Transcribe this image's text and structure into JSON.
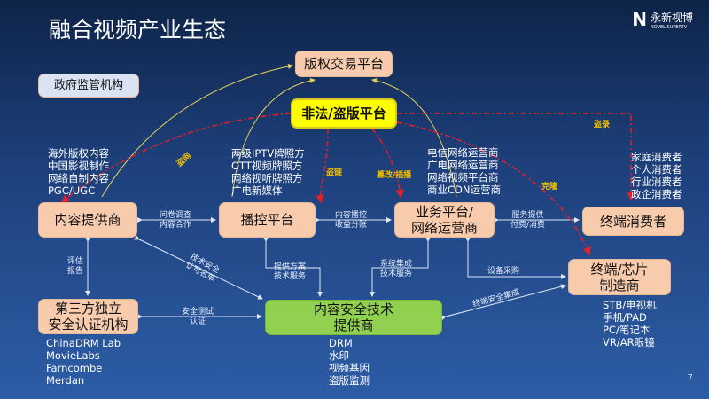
{
  "title": "融合视频产业生态",
  "logo": {
    "cn": "永新视博",
    "en": "NOVEL SUPERTV"
  },
  "page_number": "7",
  "nodes": {
    "copyright": "版权交易平台",
    "piracy": "非法/盗版平台",
    "gov": "政府监管机构",
    "content_provider": "内容提供商",
    "broadcast": "播控平台",
    "operator": "业务平台/\n网络运营商",
    "consumer": "终端消费者",
    "device": "终端/芯片\n制造商",
    "third_party": "第三方独立\n安全认证机构",
    "security": "内容安全技术\n提供商"
  },
  "lists": {
    "content_provider": "海外版权内容\n中国影视制作\n网络自制内容\nPGC/UGC",
    "broadcast": "两级IPTV牌照方\nOTT视频牌照方\n网络视听牌照方\n广电新媒体",
    "operator": "电信网络运营商\n广电网络运营商\n网络视频平台商\n商业CDN运营商",
    "consumer": "家庭消费者\n个人消费者\n行业消费者\n政企消费者",
    "device": "STB/电视机\n手机/PAD\nPC/笔记本\nVR/AR眼镜",
    "third_party": "ChinaDRM Lab\nMovieLabs\nFarncombe\nMerdan",
    "security": "DRM\n水印\n视频基因\n盗版监测"
  },
  "edge_labels": {
    "cp_bc": "问卷调查\n内容合作",
    "bc_op": "内容播控\n收益分账",
    "op_cons": "服务提供\n付费/消费",
    "cp_tp": "评估\n报告",
    "cp_sec": "技术安全\n认可名单",
    "bc_sec": "提供方案\n技术服务",
    "op_sec": "系统集成\n技术服务",
    "op_dev": "设备采购",
    "sec_dev": "终端安全集成",
    "tp_sec": "安全测试\n认证"
  },
  "piracy_labels": {
    "steal_net": "盗网",
    "hotlink": "盗链",
    "tamper": "篡改/插播",
    "record": "盗录",
    "clone": "克隆"
  }
}
